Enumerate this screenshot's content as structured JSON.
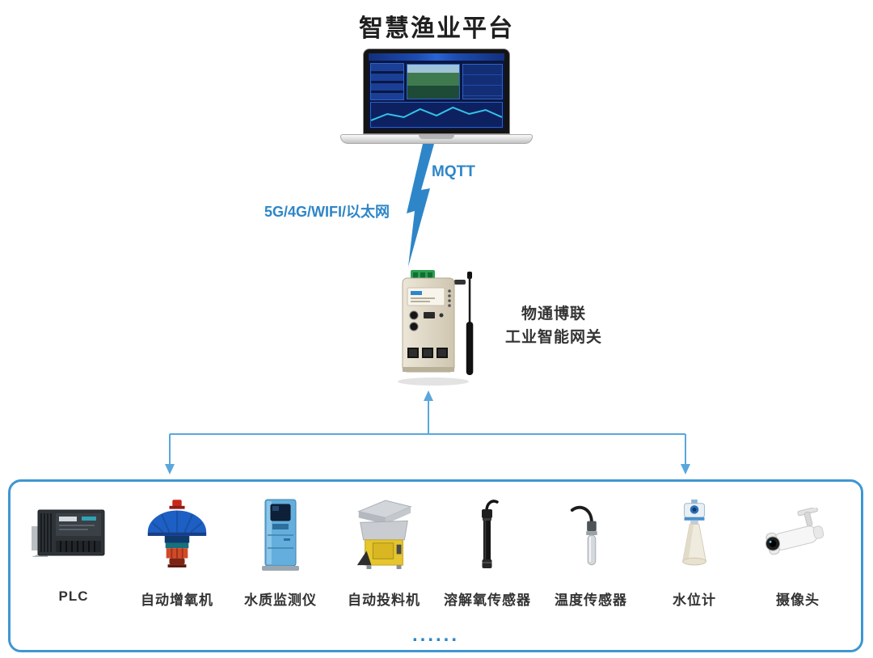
{
  "page": {
    "title": "智慧渔业平台"
  },
  "links": {
    "mqtt": "MQTT",
    "network": "5G/4G/WIFI/以太网"
  },
  "gateway": {
    "name_line1": "物通博联",
    "name_line2": "工业智能网关"
  },
  "device_box": {
    "devices": [
      {
        "label": "PLC",
        "icon": "plc-icon"
      },
      {
        "label": "自动增氧机",
        "icon": "aerator-icon"
      },
      {
        "label": "水质监测仪",
        "icon": "water-quality-monitor-icon"
      },
      {
        "label": "自动投料机",
        "icon": "feeder-icon"
      },
      {
        "label": "溶解氧传感器",
        "icon": "dissolved-oxygen-sensor-icon"
      },
      {
        "label": "温度传感器",
        "icon": "temperature-sensor-icon"
      },
      {
        "label": "水位计",
        "icon": "water-level-gauge-icon"
      },
      {
        "label": "摄像头",
        "icon": "camera-icon"
      }
    ],
    "ellipsis": "......"
  },
  "colors": {
    "accent_blue": "#2e86c8",
    "line_blue": "#5aa7dc",
    "box_border": "#3f96d2",
    "text_dark": "#333333"
  }
}
